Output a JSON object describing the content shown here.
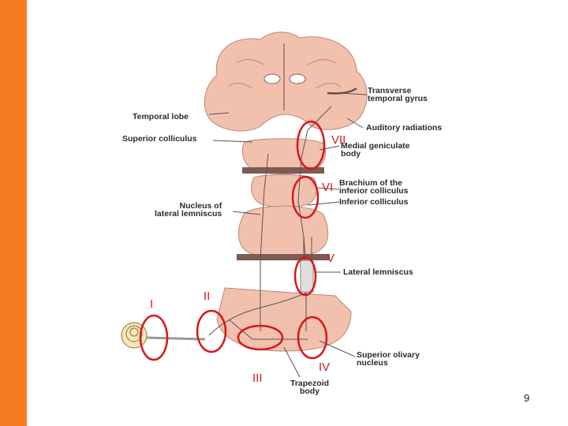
{
  "slide": {
    "page_number": "9",
    "accent_color": "#f47b20",
    "tissue_color": "#f2c1ae",
    "circle_color": "#d8161b",
    "roman_color": "#cc1f1f"
  },
  "diagram": {
    "labels": {
      "transverse_temporal_gyrus": [
        "Transverse",
        "temporal gyrus"
      ],
      "temporal_lobe": "Temporal lobe",
      "auditory_radiations": "Auditory radiations",
      "superior_colliculus": "Superior colliculus",
      "medial_geniculate_body": [
        "Medial geniculate",
        "body"
      ],
      "brachium_inferior_colliculus": [
        "Brachium of the",
        "inferior colliculus"
      ],
      "inferior_colliculus": "Inferior colliculus",
      "nucleus_lateral_lemniscus": [
        "Nucleus of",
        "lateral lemniscus"
      ],
      "lateral_lemniscus": "Lateral lemniscus",
      "superior_olivary_nucleus": [
        "Superior olivary",
        "nucleus"
      ],
      "trapezoid_body": [
        "Trapezoid",
        "body"
      ]
    },
    "stages": {
      "I": "I",
      "II": "II",
      "III": "III",
      "IV": "IV",
      "V": "V",
      "VI": "VI",
      "VII": "VII"
    }
  }
}
